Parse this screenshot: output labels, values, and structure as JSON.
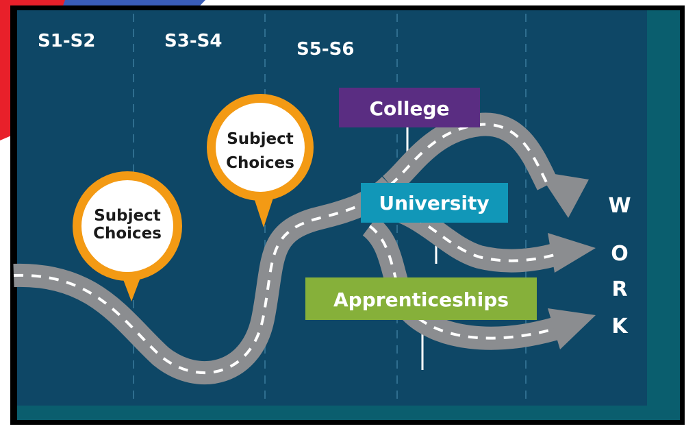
{
  "colors": {
    "background": "#0e4766",
    "background_dark": "#0b3c57",
    "teal_edge": "#0a5e6e",
    "road": "#8b8d90",
    "road_dash": "#ffffff",
    "pin_ring": "#f39a14",
    "college": "#5a2d82",
    "university": "#1197b8",
    "apprenticeships": "#86b03a",
    "text_light": "#ffffff",
    "text_dark": "#1a1a1a"
  },
  "stages": [
    "S1-S2",
    "S3-S4",
    "S5-S6"
  ],
  "pins": [
    {
      "line1": "Subject",
      "line2": "Choices"
    },
    {
      "line1": "Subject",
      "line2": "Choices"
    }
  ],
  "destinations": {
    "college": "College",
    "university": "University",
    "apprenticeships": "Apprenticeships"
  },
  "work_letters": [
    "W",
    "O",
    "R",
    "K"
  ]
}
